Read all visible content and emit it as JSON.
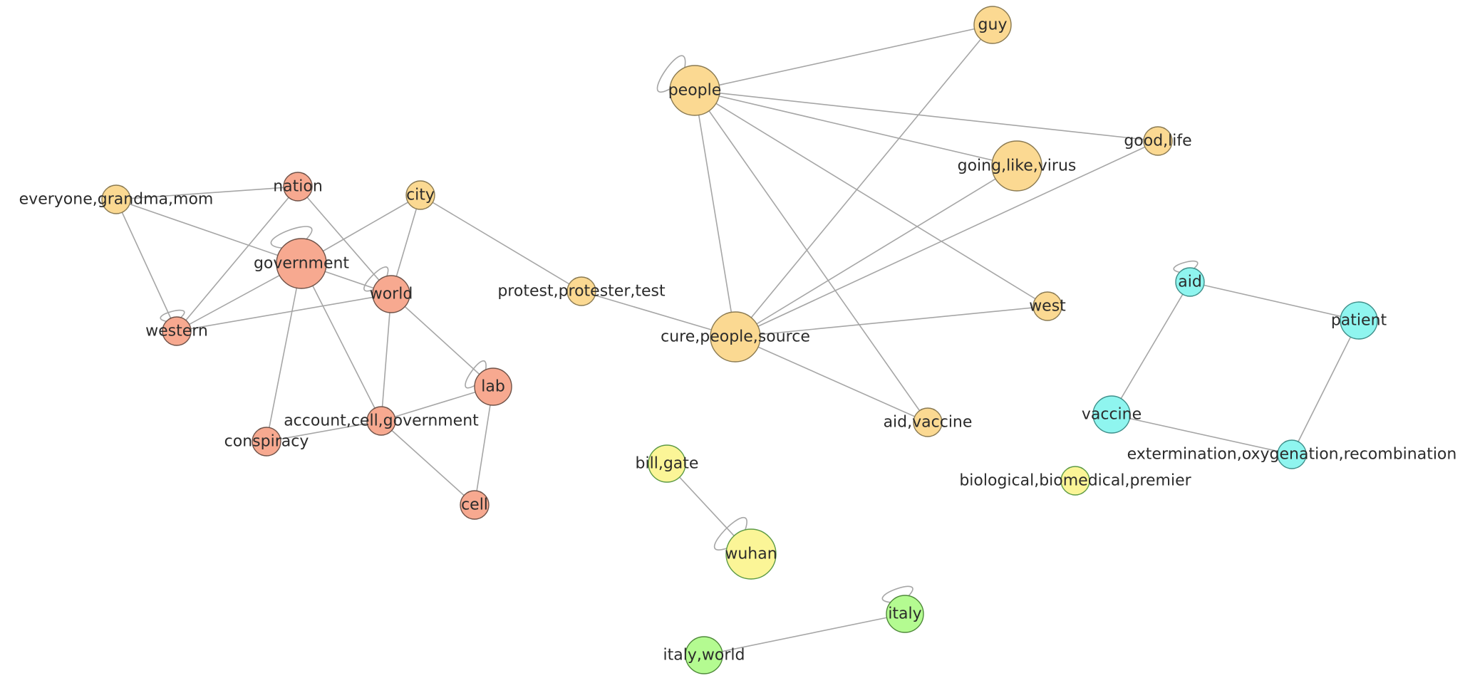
{
  "graph": {
    "nodes": [
      {
        "id": "people",
        "label": "people",
        "cluster": "orange",
        "size": "large"
      },
      {
        "id": "guy",
        "label": "guy",
        "cluster": "orange",
        "size": "medium"
      },
      {
        "id": "good_life",
        "label": "good,life",
        "cluster": "orange",
        "size": "small"
      },
      {
        "id": "going",
        "label": "going,like,virus",
        "cluster": "orange",
        "size": "large"
      },
      {
        "id": "west",
        "label": "west",
        "cluster": "orange",
        "size": "small"
      },
      {
        "id": "cure",
        "label": "cure,people,source",
        "cluster": "orange",
        "size": "large"
      },
      {
        "id": "aid_vaccine",
        "label": "aid,vaccine",
        "cluster": "orange",
        "size": "small"
      },
      {
        "id": "protest",
        "label": "protest,protester,test",
        "cluster": "orange",
        "size": "small"
      },
      {
        "id": "city",
        "label": "city",
        "cluster": "orange",
        "size": "small"
      },
      {
        "id": "everyone",
        "label": "everyone,grandma,mom",
        "cluster": "orange",
        "size": "small"
      },
      {
        "id": "nation",
        "label": "nation",
        "cluster": "red",
        "size": "small"
      },
      {
        "id": "government",
        "label": "government",
        "cluster": "red",
        "size": "large"
      },
      {
        "id": "world",
        "label": "world",
        "cluster": "red",
        "size": "medium"
      },
      {
        "id": "western",
        "label": "western",
        "cluster": "red",
        "size": "small"
      },
      {
        "id": "lab",
        "label": "lab",
        "cluster": "red",
        "size": "medium"
      },
      {
        "id": "account",
        "label": "account,cell,government",
        "cluster": "red",
        "size": "small"
      },
      {
        "id": "conspiracy",
        "label": "conspiracy",
        "cluster": "red",
        "size": "small"
      },
      {
        "id": "cell",
        "label": "cell",
        "cluster": "red",
        "size": "small"
      },
      {
        "id": "bill_gate",
        "label": "bill,gate",
        "cluster": "yellow",
        "size": "medium"
      },
      {
        "id": "wuhan",
        "label": "wuhan",
        "cluster": "yellow",
        "size": "large"
      },
      {
        "id": "biological",
        "label": "biological,biomedical,premier",
        "cluster": "yellow",
        "size": "small"
      },
      {
        "id": "aid",
        "label": "aid",
        "cluster": "cyan",
        "size": "small"
      },
      {
        "id": "patient",
        "label": "patient",
        "cluster": "cyan",
        "size": "medium"
      },
      {
        "id": "vaccine",
        "label": "vaccine",
        "cluster": "cyan",
        "size": "medium"
      },
      {
        "id": "extermination",
        "label": "extermination,oxygenation,recombination",
        "cluster": "cyan",
        "size": "small"
      },
      {
        "id": "italy",
        "label": "italy",
        "cluster": "green",
        "size": "medium"
      },
      {
        "id": "italy_world",
        "label": "italy,world",
        "cluster": "green",
        "size": "medium"
      }
    ],
    "edges": [
      [
        "people",
        "guy"
      ],
      [
        "people",
        "good_life"
      ],
      [
        "people",
        "going"
      ],
      [
        "people",
        "west"
      ],
      [
        "people",
        "cure"
      ],
      [
        "people",
        "aid_vaccine"
      ],
      [
        "guy",
        "cure"
      ],
      [
        "good_life",
        "cure"
      ],
      [
        "going",
        "cure"
      ],
      [
        "west",
        "cure"
      ],
      [
        "aid_vaccine",
        "cure"
      ],
      [
        "protest",
        "cure"
      ],
      [
        "city",
        "protest"
      ],
      [
        "everyone",
        "nation"
      ],
      [
        "everyone",
        "government"
      ],
      [
        "everyone",
        "western"
      ],
      [
        "nation",
        "world"
      ],
      [
        "nation",
        "western"
      ],
      [
        "city",
        "government"
      ],
      [
        "city",
        "world"
      ],
      [
        "government",
        "western"
      ],
      [
        "government",
        "world"
      ],
      [
        "government",
        "conspiracy"
      ],
      [
        "government",
        "account"
      ],
      [
        "world",
        "western"
      ],
      [
        "world",
        "lab"
      ],
      [
        "world",
        "account"
      ],
      [
        "lab",
        "account"
      ],
      [
        "lab",
        "cell"
      ],
      [
        "account",
        "conspiracy"
      ],
      [
        "account",
        "cell"
      ],
      [
        "bill_gate",
        "wuhan"
      ],
      [
        "aid",
        "patient"
      ],
      [
        "aid",
        "vaccine"
      ],
      [
        "vaccine",
        "extermination"
      ],
      [
        "patient",
        "extermination"
      ],
      [
        "italy",
        "italy_world"
      ]
    ],
    "self_loops": [
      "people",
      "government",
      "world",
      "western",
      "lab",
      "wuhan",
      "aid",
      "italy"
    ]
  }
}
